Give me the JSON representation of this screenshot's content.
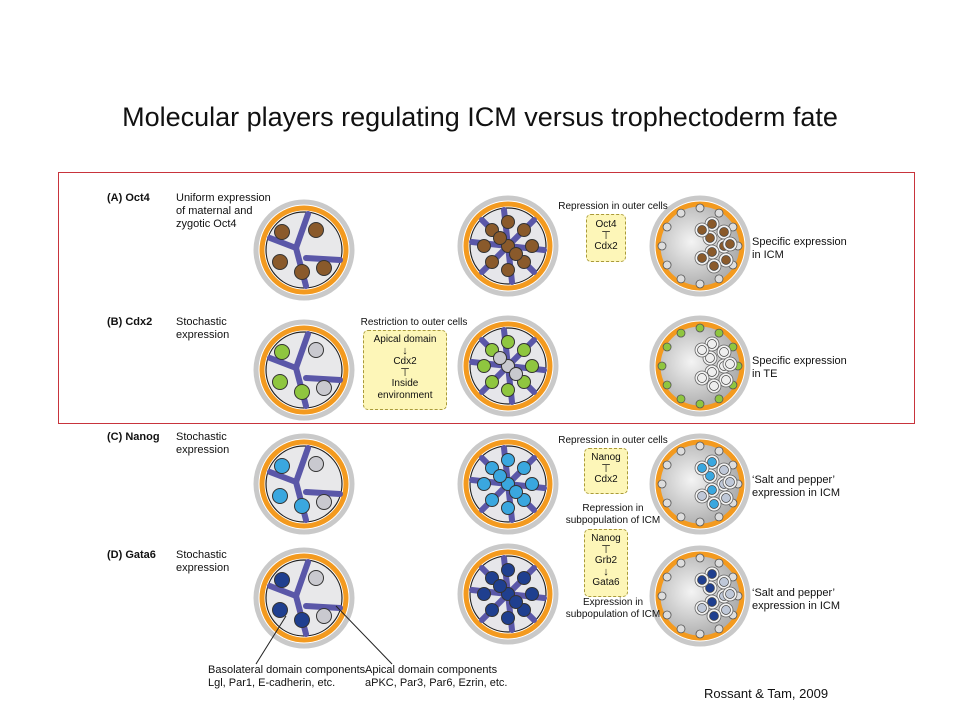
{
  "title": "Molecular players regulating ICM versus trophectoderm fate",
  "rows": [
    {
      "label": "(A) Oct4",
      "desc": "Uniform expression\nof maternal and\nzygotic Oct4",
      "box_caption": "Repression in outer cells",
      "box_lines": [
        "Oct4",
        "Cdx2"
      ],
      "result": "Specific expression\nin ICM"
    },
    {
      "label": "(B) Cdx2",
      "desc": "Stochastic\nexpression",
      "box_caption": "Restriction to outer cells",
      "box_lines": [
        "Apical domain",
        "Cdx2",
        "Inside\nenvironment"
      ],
      "result": "Specific expression\nin TE"
    },
    {
      "label": "(C) Nanog",
      "desc": "Stochastic\nexpression",
      "box_caption": "Repression in outer cells",
      "box_lines": [
        "Nanog",
        "Cdx2"
      ],
      "result": "‘Salt and pepper’\nexpression in ICM"
    },
    {
      "label": "(D) Gata6",
      "desc": "Stochastic\nexpression",
      "box_caption_top": "Repression in\nsubpopulation of ICM",
      "box_lines": [
        "Nanog",
        "Grb2",
        "Gata6"
      ],
      "box_caption_bottom": "Expression in\nsubpopulation of ICM",
      "result": "‘Salt and pepper’\nexpression in ICM"
    }
  ],
  "annotations": {
    "basolateral": "Basolateral domain components\nLgl, Par1, E-cadherin, etc.",
    "apical": "Apical domain components\naPKC, Par3, Par6, Ezrin, etc."
  },
  "credit": "Rossant & Tam, 2009",
  "colors": {
    "oct4": "#8a5a2b",
    "cdx2": "#8fc63f",
    "nanog": "#3aa7df",
    "gata6": "#1f3f8f",
    "membrane": "#5a57a8",
    "apical": "#f39a1f",
    "zona": "#c9c9c9",
    "highlight_border": "#c8343c",
    "box_fill": "#fdf6b8"
  }
}
